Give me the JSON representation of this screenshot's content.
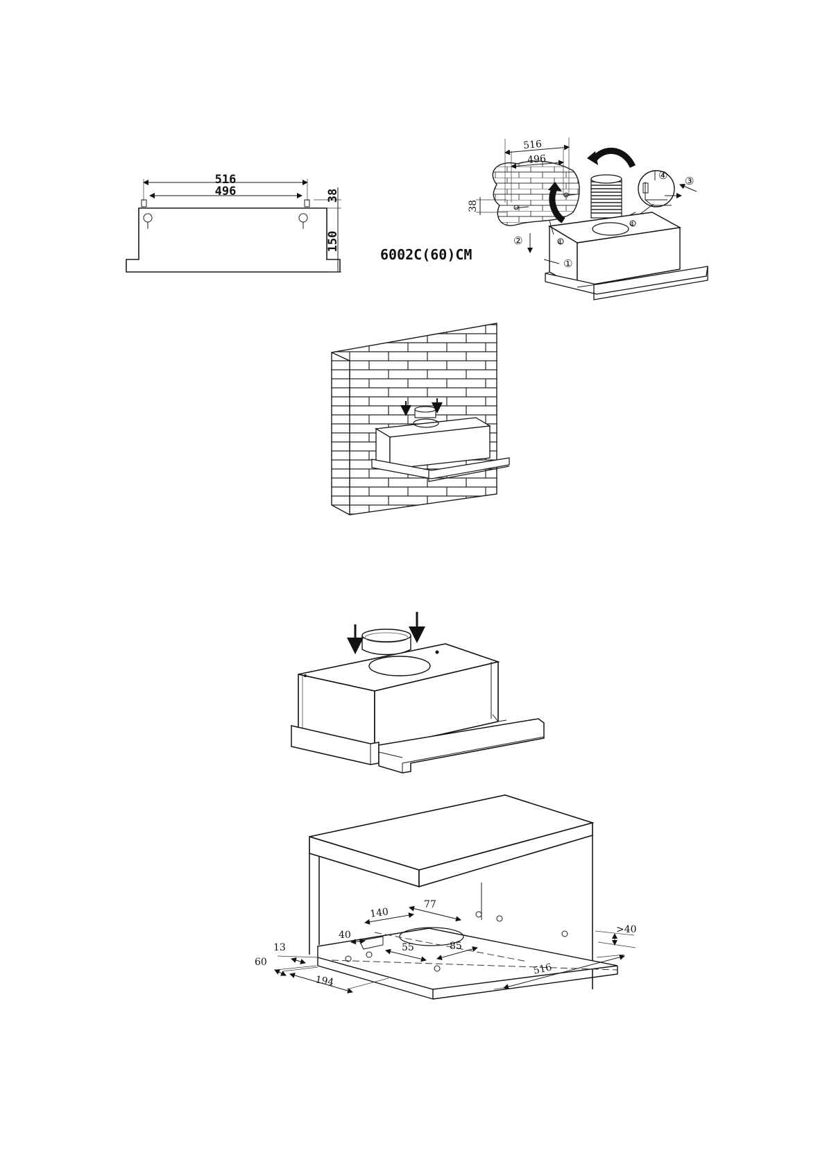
{
  "fig1": {
    "width_outer": "516",
    "width_inner": "496",
    "height_top": "38",
    "height_body": "150"
  },
  "model_label": "6002C(60)CM",
  "fig2": {
    "width_outer": "516",
    "width_inner": "496",
    "height": "38",
    "steps": [
      "①",
      "②",
      "③",
      "④"
    ]
  },
  "fig5": {
    "d_140": "140",
    "d_77": "77",
    "d_40_left": "40",
    "d_55": "55",
    "d_85": "85",
    "d_13": "13",
    "d_60": "60",
    "d_194": "194",
    "d_516": "516",
    "d_40_right": ">40"
  }
}
